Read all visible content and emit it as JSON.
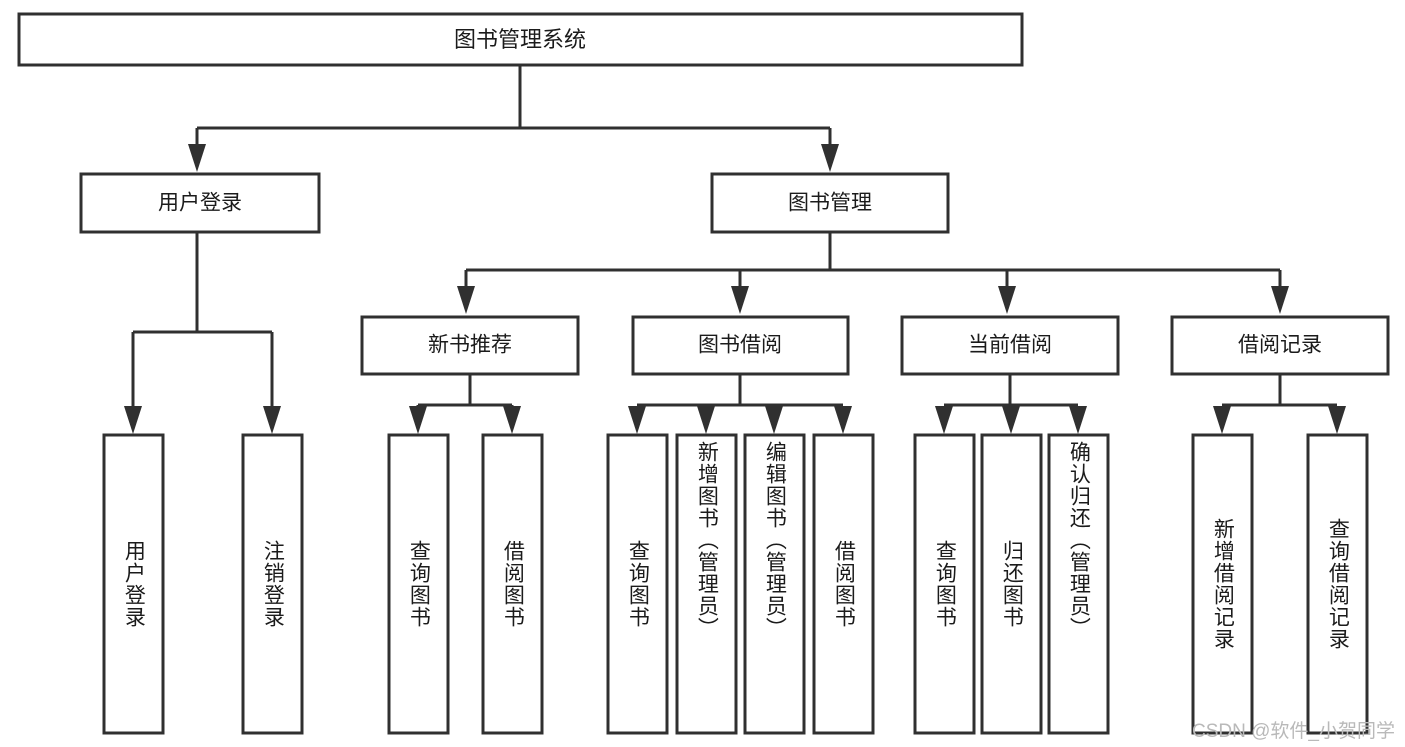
{
  "diagram": {
    "title": "图书管理系统",
    "watermark": "CSDN @软件_小贺同学",
    "colors": {
      "stroke": "#303030",
      "fill": "#ffffff",
      "text": "#1b1b1b",
      "watermark": "#b9b9b9"
    },
    "levels": {
      "root": {
        "label": "图书管理系统"
      },
      "level2": [
        {
          "label": "用户登录"
        },
        {
          "label": "图书管理"
        }
      ],
      "level3": [
        {
          "label": "新书推荐"
        },
        {
          "label": "图书借阅"
        },
        {
          "label": "当前借阅"
        },
        {
          "label": "借阅记录"
        }
      ],
      "leaves": {
        "user_login": [
          {
            "label": "用户登录"
          },
          {
            "label": "注销登录"
          }
        ],
        "new_book_recommend": [
          {
            "label": "查询图书"
          },
          {
            "label": "借阅图书"
          }
        ],
        "book_borrow": [
          {
            "label": "查询图书"
          },
          {
            "label": "新增图书（管理员）"
          },
          {
            "label": "编辑图书（管理员）"
          },
          {
            "label": "借阅图书"
          }
        ],
        "current_borrow": [
          {
            "label": "查询图书"
          },
          {
            "label": "归还图书"
          },
          {
            "label": "确认归还（管理员）"
          }
        ],
        "borrow_record": [
          {
            "label": "新增借阅记录"
          },
          {
            "label": "查询借阅记录"
          }
        ]
      }
    }
  }
}
